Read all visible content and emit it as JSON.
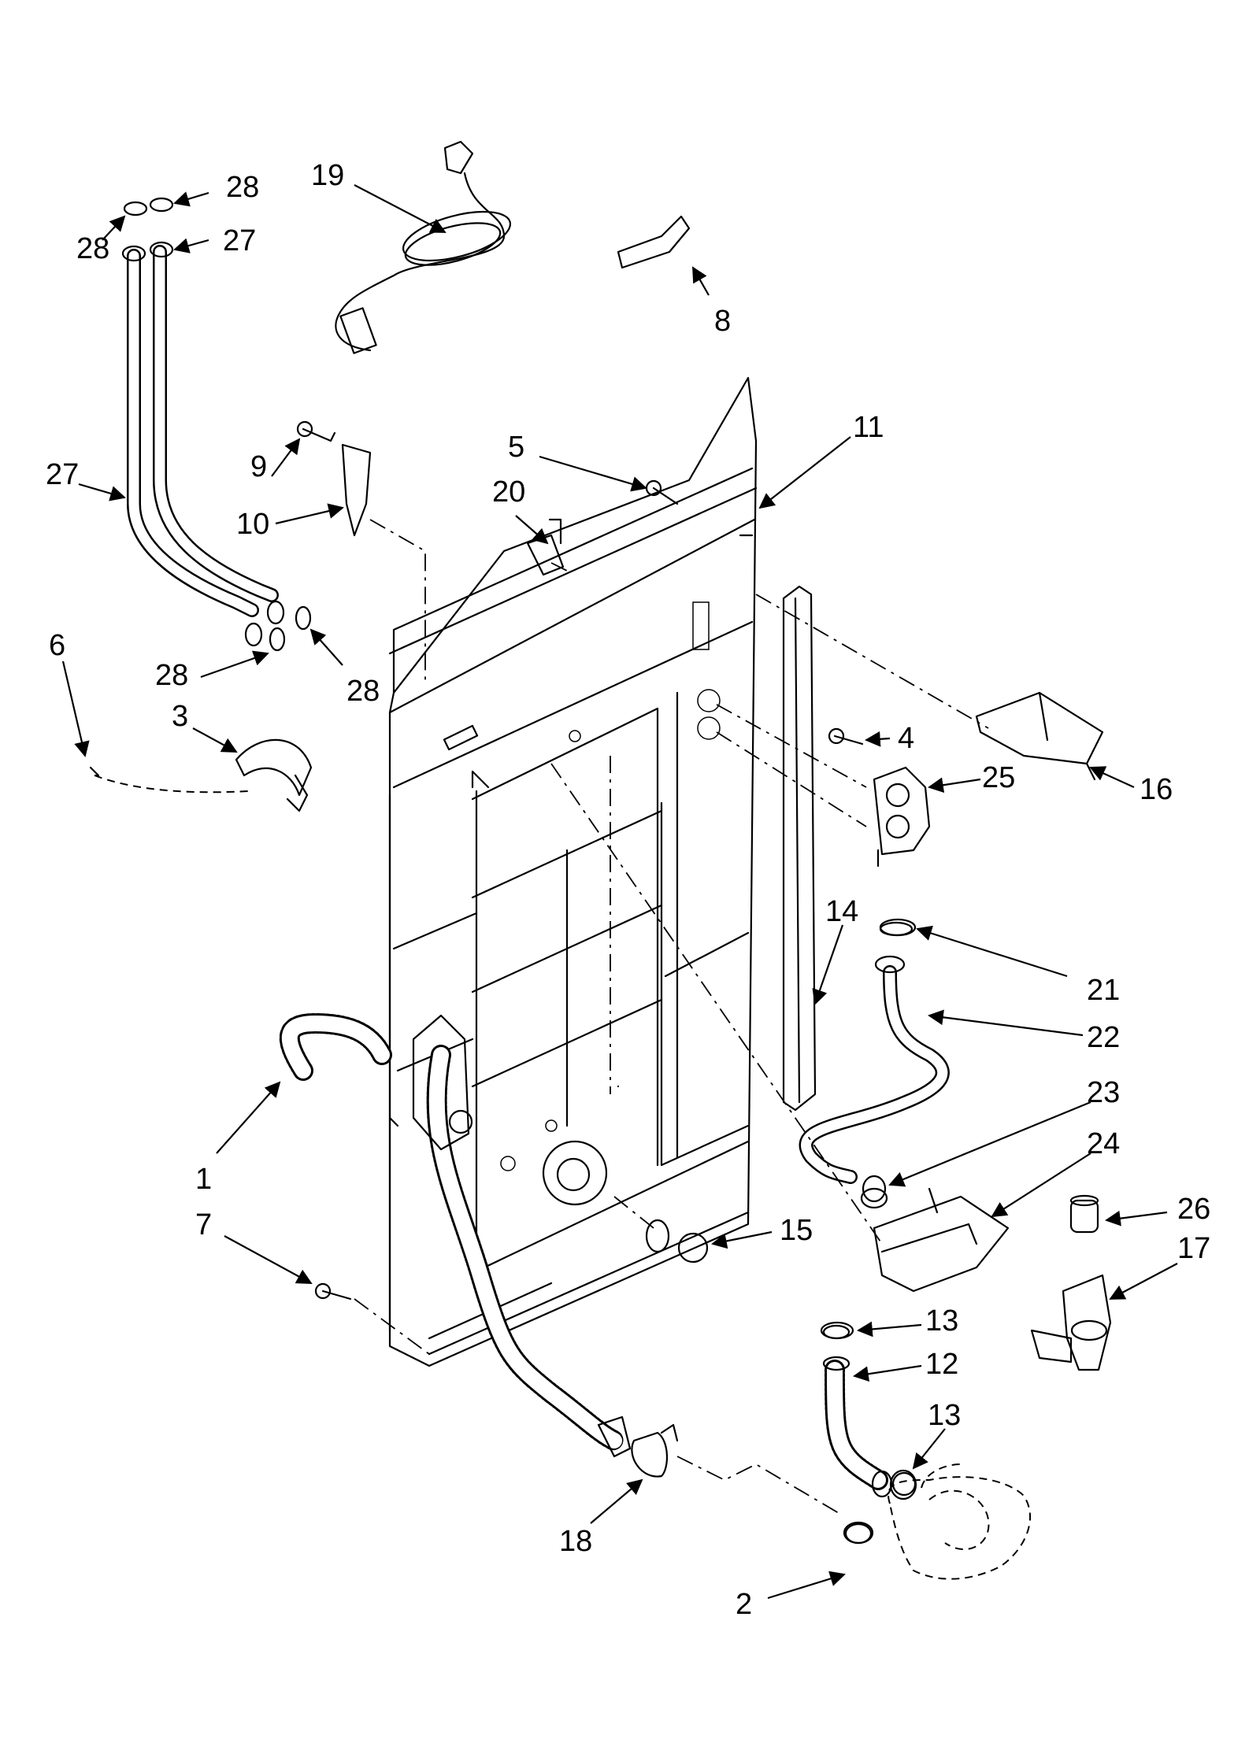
{
  "callouts": [
    {
      "id": "1",
      "label": "1"
    },
    {
      "id": "2",
      "label": "2"
    },
    {
      "id": "3",
      "label": "3"
    },
    {
      "id": "4",
      "label": "4"
    },
    {
      "id": "5",
      "label": "5"
    },
    {
      "id": "6",
      "label": "6"
    },
    {
      "id": "7",
      "label": "7"
    },
    {
      "id": "8",
      "label": "8"
    },
    {
      "id": "9",
      "label": "9"
    },
    {
      "id": "10",
      "label": "10"
    },
    {
      "id": "11",
      "label": "11"
    },
    {
      "id": "12",
      "label": "12"
    },
    {
      "id": "13a",
      "label": "13"
    },
    {
      "id": "13b",
      "label": "13"
    },
    {
      "id": "14",
      "label": "14"
    },
    {
      "id": "15",
      "label": "15"
    },
    {
      "id": "16",
      "label": "16"
    },
    {
      "id": "17",
      "label": "17"
    },
    {
      "id": "18",
      "label": "18"
    },
    {
      "id": "19",
      "label": "19"
    },
    {
      "id": "20",
      "label": "20"
    },
    {
      "id": "21",
      "label": "21"
    },
    {
      "id": "22",
      "label": "22"
    },
    {
      "id": "23",
      "label": "23"
    },
    {
      "id": "24",
      "label": "24"
    },
    {
      "id": "25",
      "label": "25"
    },
    {
      "id": "26",
      "label": "26"
    },
    {
      "id": "27a",
      "label": "27"
    },
    {
      "id": "27b",
      "label": "27"
    },
    {
      "id": "28a",
      "label": "28"
    },
    {
      "id": "28b",
      "label": "28"
    },
    {
      "id": "28c",
      "label": "28"
    },
    {
      "id": "28d",
      "label": "28"
    }
  ]
}
